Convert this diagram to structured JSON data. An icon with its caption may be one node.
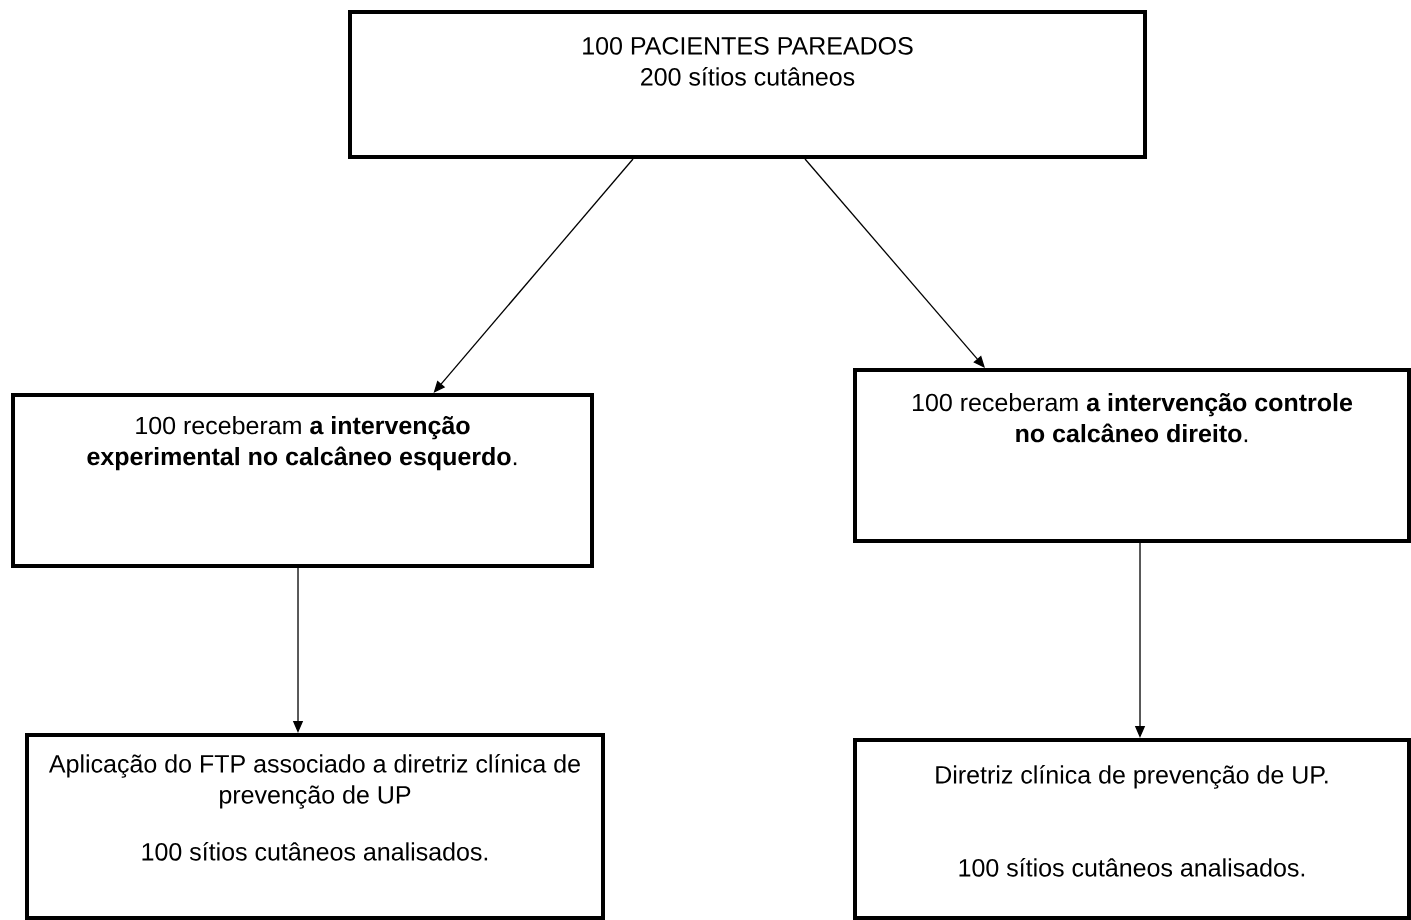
{
  "diagram": {
    "nodes": [
      {
        "text": [
          "100 PACIENTES PAREADOS",
          "200 sítios cutâneos"
        ]
      },
      {
        "text": [
          "100 receberam **a intervenção experimental no calcâneo esquerdo**."
        ]
      },
      {
        "text": [
          "100 receberam **a intervenção controle no calcâneo direito**."
        ]
      },
      {
        "text": [
          "Aplicação do FTP associado a diretriz clínica de prevenção de UP",
          "100 sítios cutâneos analisados."
        ]
      },
      {
        "text": [
          "Diretriz clínica de prevenção de UP.",
          "100 sítios cutâneos analisados."
        ]
      }
    ],
    "edges": [
      {
        "from": 0,
        "to": 1,
        "arrow": "to"
      },
      {
        "from": 0,
        "to": 2,
        "arrow": "to"
      },
      {
        "from": 1,
        "to": 3,
        "arrow": "to"
      },
      {
        "from": 2,
        "to": 4,
        "arrow": "to"
      }
    ]
  }
}
